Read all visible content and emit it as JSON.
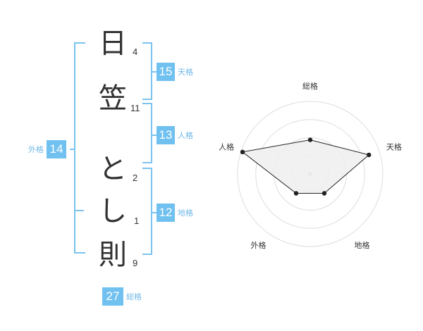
{
  "name_chars": [
    {
      "char": "日",
      "strokes": "4"
    },
    {
      "char": "笠",
      "strokes": "11"
    },
    {
      "char": "と",
      "strokes": "2"
    },
    {
      "char": "し",
      "strokes": "1"
    },
    {
      "char": "則",
      "strokes": "9"
    }
  ],
  "kaku": {
    "tenkaku": {
      "value": "15",
      "label": "天格"
    },
    "jinkaku": {
      "value": "13",
      "label": "人格"
    },
    "chikaku": {
      "value": "12",
      "label": "地格"
    },
    "gaikaku": {
      "value": "14",
      "label": "外格"
    },
    "soukaku": {
      "value": "27",
      "label": "総格"
    }
  },
  "colors": {
    "accent": "#70c0f0",
    "bracket": "#7cc3ee",
    "accent_text": "#70b8e8",
    "radar_fill": "#eeeeee",
    "radar_line": "#222222",
    "ring": "#dddddd"
  },
  "chart_data": {
    "type": "radar",
    "axes": [
      "総格",
      "天格",
      "地格",
      "外格",
      "人格"
    ],
    "values": [
      0.47,
      0.85,
      0.33,
      0.33,
      0.98
    ],
    "range": [
      0,
      1
    ],
    "rings": 4
  }
}
